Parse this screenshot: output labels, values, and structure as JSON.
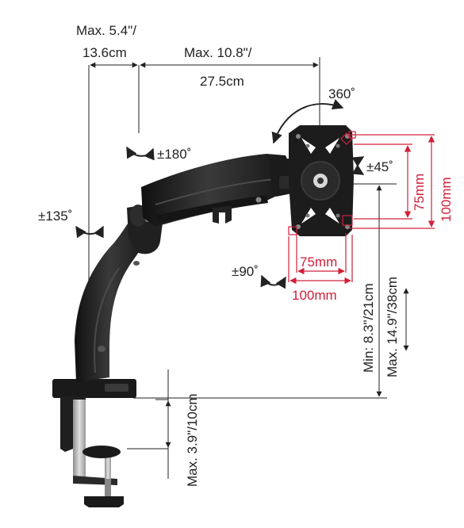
{
  "labels": {
    "depth_short_top": "Max. 5.4\"/",
    "depth_short_bottom": "13.6cm",
    "depth_long_top": "Max. 10.8\"/",
    "depth_long_bottom": "27.5cm",
    "rotation_360": "360˚",
    "swivel_180": "±180˚",
    "swivel_135": "±135˚",
    "tilt_45": "±45˚",
    "rotate_90": "±90˚",
    "vesa_75_h": "75mm",
    "vesa_100_h": "100mm",
    "vesa_75_v": "75mm",
    "vesa_100_v": "100mm",
    "height_min": "Min: 8.3\"/21cm",
    "height_max": "Max. 14.9\"/38cm",
    "clamp_max": "Max. 3.9\"/10cm"
  },
  "colors": {
    "accent_red": "#d0203a",
    "arm_body": "#1c1c1c",
    "line": "#222222"
  }
}
